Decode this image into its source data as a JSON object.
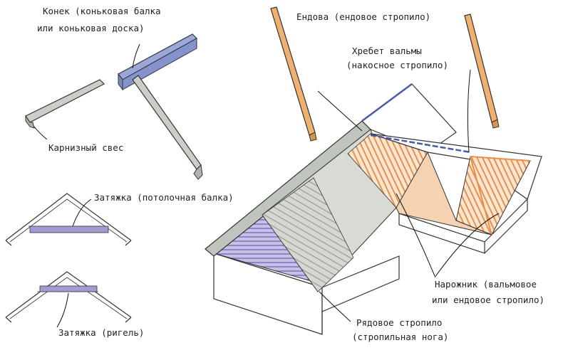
{
  "labels": {
    "ridge_line1": "Конек (коньковая балка",
    "ridge_line2": "или коньковая доска)",
    "eave": "Карнизный свес",
    "tie_ceiling": "Затяжка (потолочная балка)",
    "tie_crossbar": "Затяжка (ригель)",
    "valley": "Ендова (ендовое стропило)",
    "hip_line1": "Хребет вальмы",
    "hip_line2": "(накосное стропило)",
    "jack_line1": "Нарожник (вальмовое",
    "jack_line2": "или ендовое стропило)",
    "common_line1": "Рядовое стропило",
    "common_line2": "(стропильная нога)"
  },
  "colors": {
    "ridge_board": "#9aa7d8",
    "rafter_gray": "#c9cfc6",
    "valley_orange": "#f0b070",
    "jack_orange": "#e8904a",
    "tie_purple": "#a79ad4",
    "gable_purple": "#b3a8dc",
    "roof_gray": "#bfc4bd"
  }
}
